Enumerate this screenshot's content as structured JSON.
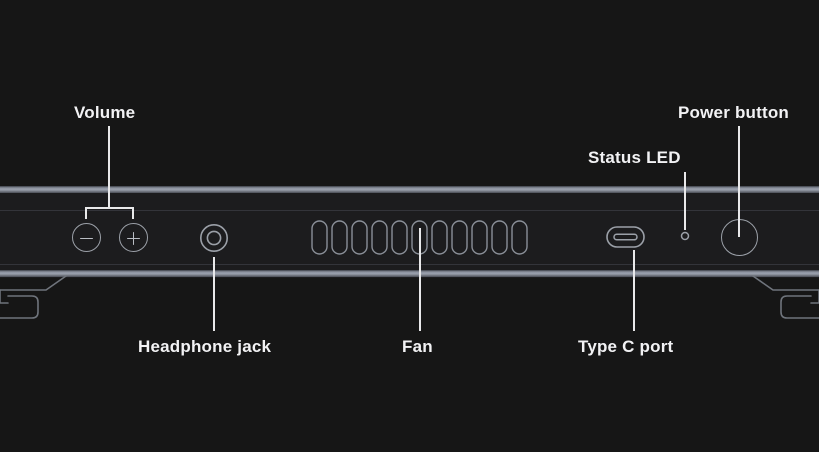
{
  "diagram": {
    "title": "Laptop side port callout diagram",
    "background_color": "#161616",
    "body_color": "#1c1c1e",
    "band_color": "#9aa0ac",
    "leader_color": "#e8e8ea",
    "outline_color": "#9ba0a8",
    "label_color": "#f2f2f4"
  },
  "callouts": [
    {
      "key": "volume",
      "label": "Volume",
      "position": "above",
      "feature": "volume-rocker",
      "buttons": [
        "minus",
        "plus"
      ]
    },
    {
      "key": "status_led",
      "label": "Status LED",
      "position": "above",
      "feature": "status-led"
    },
    {
      "key": "power_button",
      "label": "Power button",
      "position": "above",
      "feature": "power-button"
    },
    {
      "key": "headphone_jack",
      "label": "Headphone jack",
      "position": "below",
      "feature": "headphone-jack"
    },
    {
      "key": "fan",
      "label": "Fan",
      "position": "below",
      "feature": "fan-vent",
      "slot_count": 11
    },
    {
      "key": "type_c_port",
      "label": "Type C port",
      "position": "below",
      "feature": "usb-type-c-port"
    }
  ],
  "icons": {
    "volume_down": "minus-icon",
    "volume_up": "plus-icon",
    "headphone": "headphone-jack-icon",
    "fan": "fan-vent-icon",
    "type_c": "usb-c-icon",
    "led": "status-led-icon",
    "power": "power-button-icon"
  }
}
